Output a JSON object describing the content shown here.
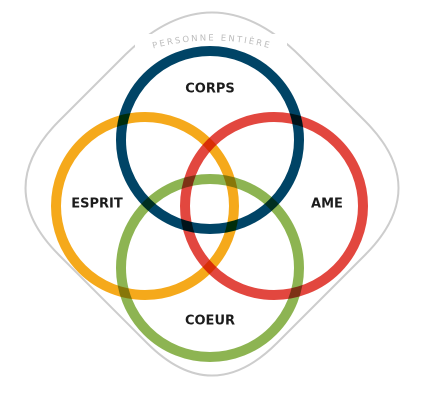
{
  "diagram": {
    "outer_label": "PERSONNE ENTIÈRE",
    "circles": [
      {
        "id": "corps",
        "label": "CORPS",
        "color": "#004466"
      },
      {
        "id": "esprit",
        "label": "ESPRIT",
        "color": "#f5a91b"
      },
      {
        "id": "ame",
        "label": "AME",
        "color": "#e2473f"
      },
      {
        "id": "coeur",
        "label": "COEUR",
        "color": "#8db452"
      }
    ],
    "outline_color": "#cdcdcd"
  }
}
